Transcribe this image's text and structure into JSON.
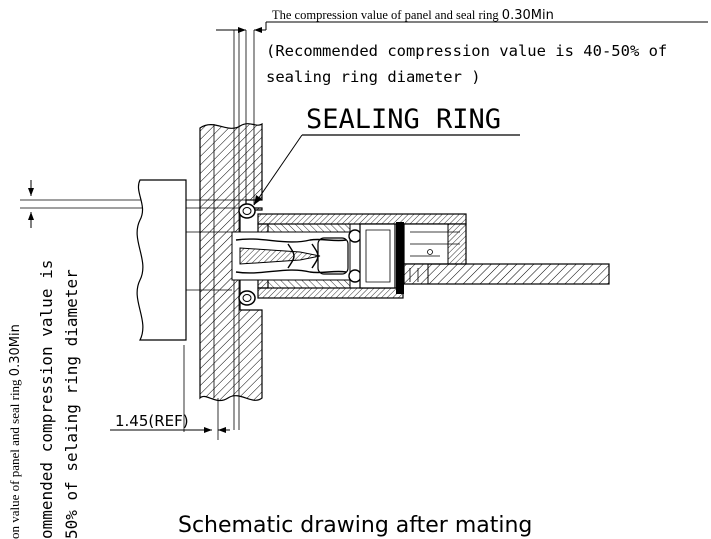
{
  "drawing": {
    "top_note": {
      "line1": "The compression value of panel and seal ring",
      "line1_value": "0.30Min",
      "line2": "(Recommended compression value is 40-50% of",
      "line3": "sealing ring diameter )"
    },
    "left_note": {
      "line1": "on value of panel and seal ring",
      "line1_value": "0.30Min",
      "line2": "ommended compression value is",
      "line3": "50% of selaing ring diameter"
    },
    "callout_label": "SEALING RING",
    "ref_dim_label": "1.45(REF)",
    "caption": "Schematic drawing after mating"
  },
  "colors": {
    "ink": "#000000",
    "paper": "#ffffff"
  }
}
